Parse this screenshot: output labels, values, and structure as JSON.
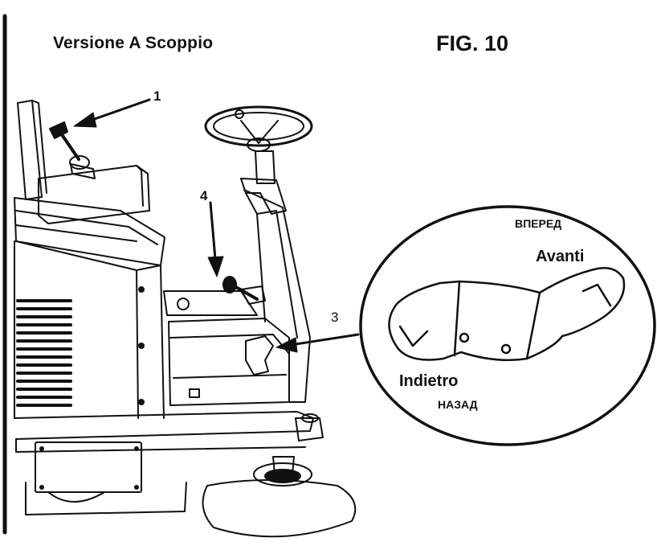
{
  "header": {
    "title": "Versione A Scoppio",
    "figure_label": "FIG. 10"
  },
  "callouts": {
    "c1": "1",
    "c3": "3",
    "c4": "4"
  },
  "pedal_detail": {
    "forward_ru": "ВПЕРЕД",
    "forward_it": "Avanti",
    "reverse_it": "Indietro",
    "reverse_ru": "НАЗАД"
  }
}
